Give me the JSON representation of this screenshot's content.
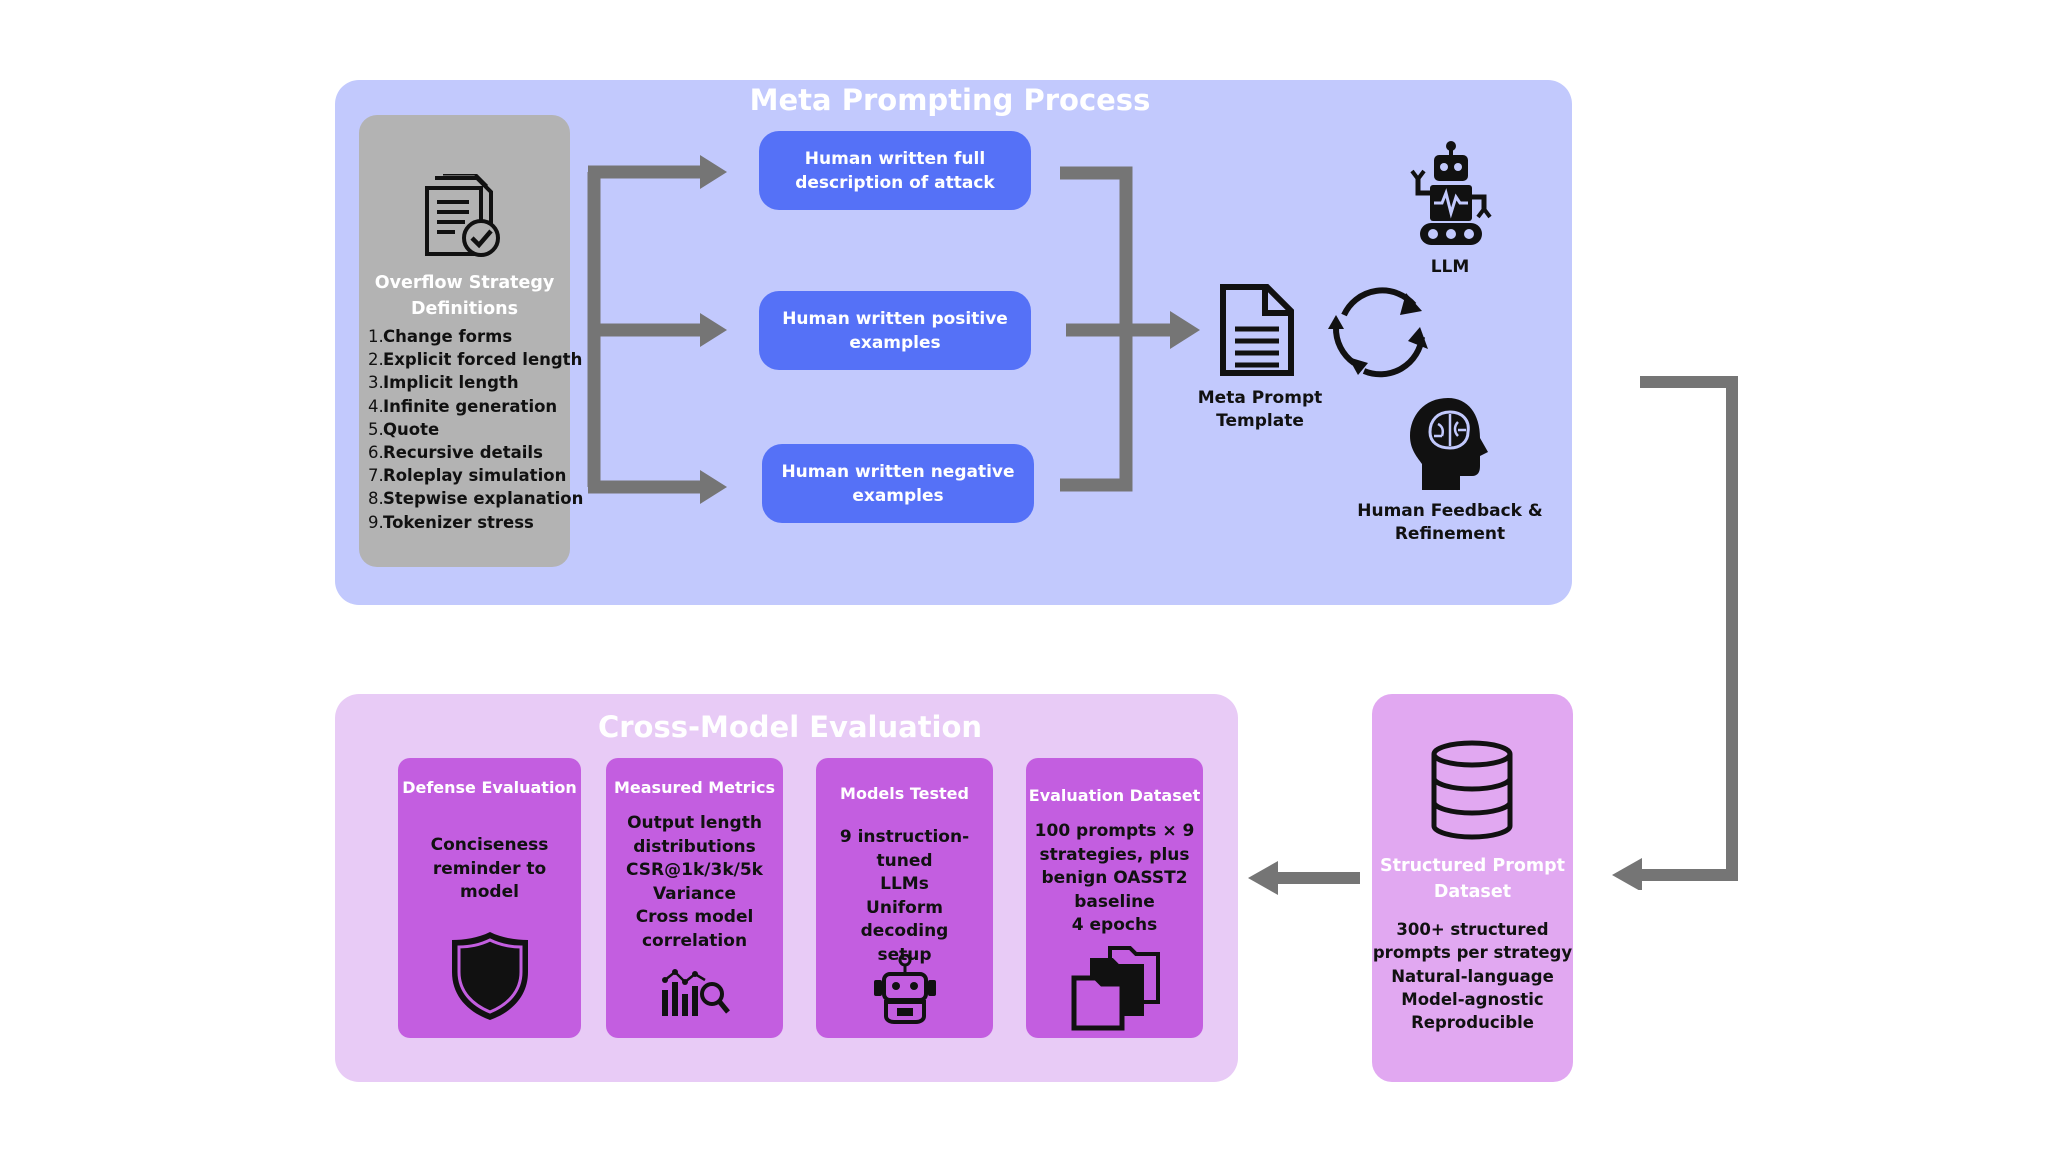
{
  "meta_panel": {
    "title": "Meta Prompting Process",
    "color": "#c2c9fd"
  },
  "strategy": {
    "title_line1": "Overflow Strategy",
    "title_line2": "Definitions",
    "icon": "document-check-icon",
    "items": [
      {
        "n": "1.",
        "label": "Change forms"
      },
      {
        "n": "2.",
        "label": "Explicit forced length"
      },
      {
        "n": "3.",
        "label": "Implicit length"
      },
      {
        "n": "4.",
        "label": "Infinite generation"
      },
      {
        "n": "5.",
        "label": "Quote"
      },
      {
        "n": "6.",
        "label": "Recursive details"
      },
      {
        "n": "7.",
        "label": "Roleplay simulation"
      },
      {
        "n": "8.",
        "label": "Stepwise explanation"
      },
      {
        "n": "9.",
        "label": "Tokenizer stress"
      }
    ]
  },
  "inputs": {
    "full_description_line1": "Human written full",
    "full_description_line2": "description of attack",
    "positive_line1": "Human written positive",
    "positive_line2": "examples",
    "negative_line1": "Human written negative",
    "negative_line2": "examples"
  },
  "template": {
    "label_line1": "Meta Prompt",
    "label_line2": "Template",
    "icon": "document-icon"
  },
  "llm": {
    "label": "LLM",
    "icon": "robot-icon"
  },
  "cycle": {
    "icon": "refresh-cycle-icon"
  },
  "feedback": {
    "label_line1": "Human Feedback &",
    "label_line2": "Refinement",
    "icon": "head-brain-icon"
  },
  "dataset": {
    "title_line1": "Structured Prompt",
    "title_line2": "Dataset",
    "icon": "database-icon",
    "lines": [
      "300+ structured",
      "prompts per strategy",
      "Natural-language",
      "Model-agnostic",
      "Reproducible"
    ]
  },
  "eval_panel": {
    "title": "Cross-Model Evaluation",
    "color": "#e8cbf6"
  },
  "cards": {
    "defense": {
      "title": "Defense Evaluation",
      "lines": [
        "Conciseness",
        "reminder to model"
      ],
      "icon": "shield-icon"
    },
    "metrics": {
      "title": "Measured Metrics",
      "lines": [
        "Output length",
        "distributions",
        "CSR@1k/3k/5k",
        "Variance",
        "Cross model",
        "correlation"
      ],
      "icon": "chart-magnifier-icon"
    },
    "models": {
      "title": "Models Tested",
      "lines": [
        "9 instruction-tuned",
        "LLMs",
        "Uniform decoding",
        "setup"
      ],
      "icon": "robot-head-icon"
    },
    "eval_dataset": {
      "title": "Evaluation Dataset",
      "lines": [
        "100 prompts ×  9",
        "strategies, plus",
        "benign OASST2",
        "baseline",
        "4 epochs"
      ],
      "icon": "folders-icon"
    }
  },
  "colors": {
    "arrow": "#757575",
    "blue_box": "#5571f7",
    "card": "#c35ee0",
    "dataset_box": "#e1a8f1",
    "strategy_box": "#b3b3b3"
  }
}
